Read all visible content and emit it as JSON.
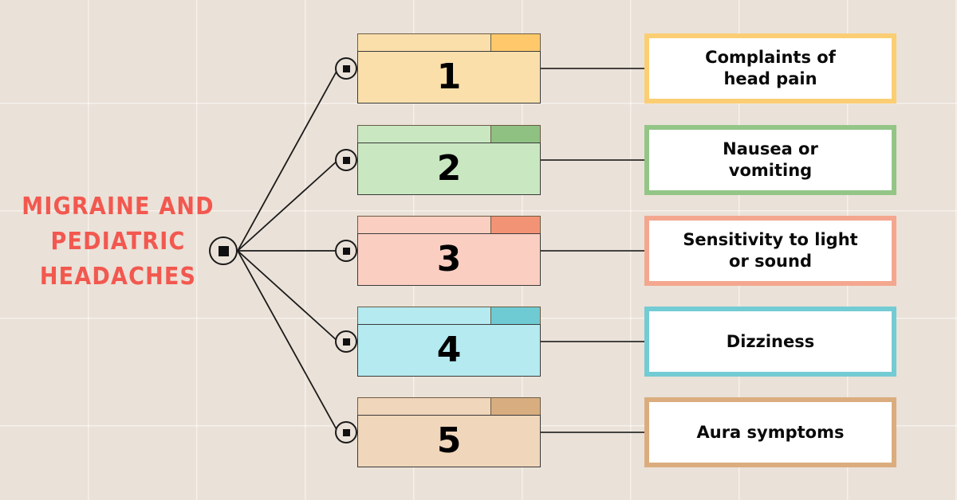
{
  "background": {
    "color": "#EAE1D8",
    "grid": "on"
  },
  "title": {
    "text": "MIGRAINE AND\nPEDIATRIC\nHEADACHES",
    "color": "#F2584F"
  },
  "hub": {
    "name": "central-hub-node"
  },
  "steps": [
    {
      "number": "1",
      "label": "Complaints of\nhead pain",
      "body_color": "#FBDFAB",
      "accent_color": "#FFC96B",
      "border_color": "#FBCE73"
    },
    {
      "number": "2",
      "label": "Nausea or\nvomiting",
      "body_color": "#C9E7C1",
      "accent_color": "#8FC183",
      "border_color": "#93C587"
    },
    {
      "number": "3",
      "label": "Sensitivity to light\nor sound",
      "body_color": "#FBCEC2",
      "accent_color": "#F39375",
      "border_color": "#F4A78F"
    },
    {
      "number": "4",
      "label": "Dizziness",
      "body_color": "#B4EAF0",
      "accent_color": "#6ECBD3",
      "border_color": "#73CBD3"
    },
    {
      "number": "5",
      "label": "Aura symptoms",
      "body_color": "#F0D6BA",
      "accent_color": "#D8AE80",
      "border_color": "#DBAD7E"
    }
  ]
}
